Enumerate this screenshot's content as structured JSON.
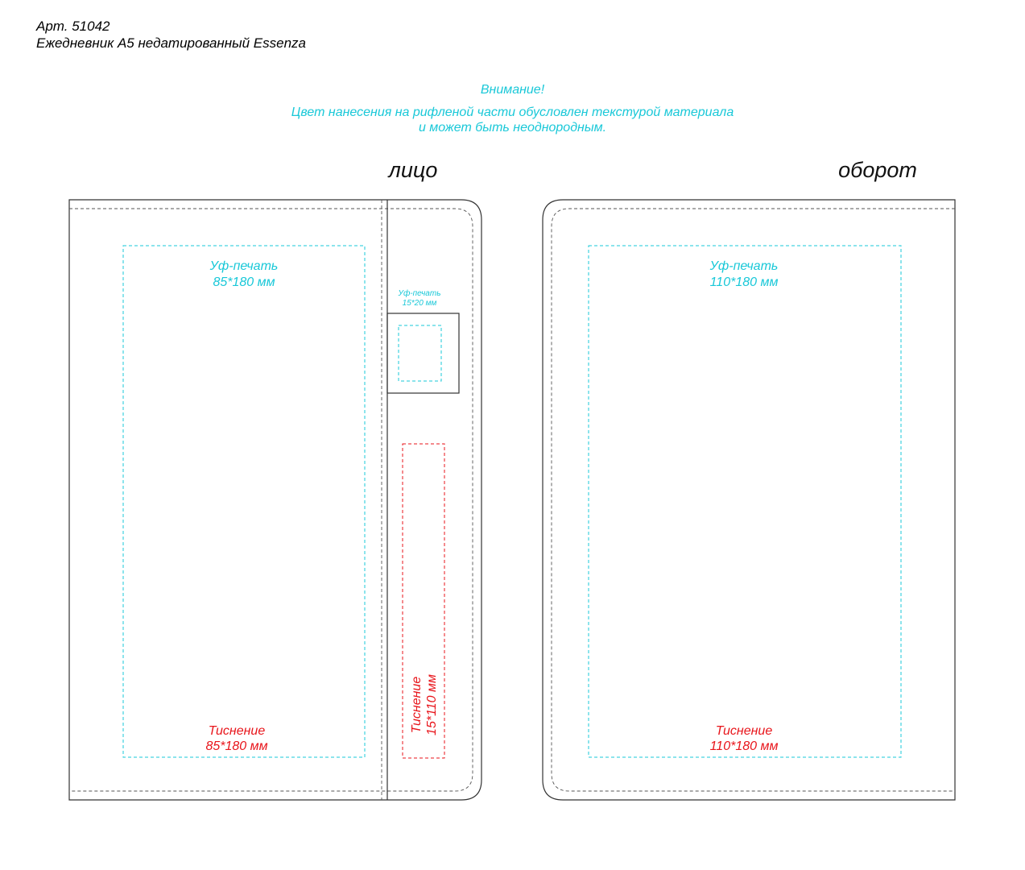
{
  "header": {
    "article": "Арт. 51042",
    "product": "Ежедневник А5 недатированный Essenza"
  },
  "notice": {
    "title": "Внимание!",
    "line1": "Цвет нанесения на рифленой части обусловлен текстурой материала",
    "line2": "и может быть неоднородным."
  },
  "front": {
    "title": "лицо",
    "uv_label": "Уф-печать",
    "uv_size": "85*180 мм",
    "emboss_label": "Тиснение",
    "emboss_size": "85*180 мм"
  },
  "strap": {
    "uv_label": "Уф-печать",
    "uv_size": "15*20 мм",
    "emboss_label": "Тиснение",
    "emboss_size": "15*110 мм"
  },
  "back": {
    "title": "оборот",
    "uv_label": "Уф-печать",
    "uv_size": "110*180 мм",
    "emboss_label": "Тиснение",
    "emboss_size": "110*180 мм"
  },
  "colors": {
    "uv": "#19c8d8",
    "emboss": "#e8151b",
    "outline": "#333333"
  }
}
